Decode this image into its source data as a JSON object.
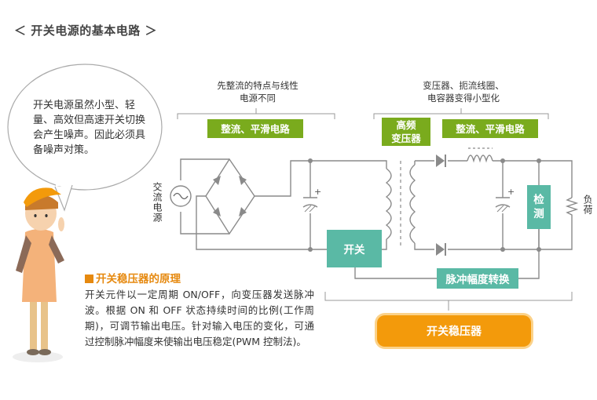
{
  "page": {
    "title": "＜ 开关电源的基本电路 ＞"
  },
  "speech_bubble": {
    "text": "开关电源虽然小型、轻量、高效但高速开关切换会产生噪声。因此必须具备噪声对策。"
  },
  "notes": {
    "left": [
      "先整流的特点与线性",
      "电源不同"
    ],
    "right": [
      "变压器、扼流线圈、",
      "电容器变得小型化"
    ]
  },
  "blocks": {
    "rectify_left": "整流、平滑电路",
    "hf_transformer": [
      "高频",
      "变压器"
    ],
    "rectify_right": "整流、平滑电路",
    "switch": "开关",
    "detect": [
      "检",
      "测"
    ],
    "pwm": "脉冲幅度转换"
  },
  "labels": {
    "ac_source": "交流电源",
    "load": "负荷",
    "plus_left": "+",
    "plus_right": "+"
  },
  "section": {
    "title": "开关稳压器的原理",
    "body": "开关元件以一定周期 ON/OFF，向变压器发送脉冲波。根据 ON 和 OFF 状态持续时间的比例(工作周期)，可调节输出电压。针对输入电压的变化，可通过控制脉冲幅度来使输出电压稳定(PWM 控制法)。"
  },
  "regulator_label": "开关稳压器",
  "colors": {
    "green": "#7aab1d",
    "teal": "#5ab9a5",
    "orange": "#f39a0b",
    "line": "#8a8a8a"
  }
}
